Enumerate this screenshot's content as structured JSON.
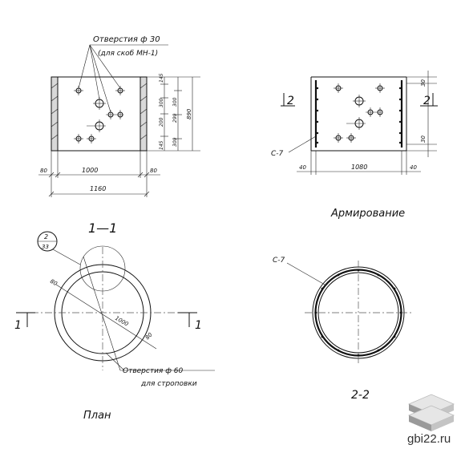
{
  "labels": {
    "holes_d30": "Отверстия ф 30",
    "brackets": "(для скоб МН-1)",
    "section_1_1": "1—1",
    "reinforcement": "Армирование",
    "plan": "План",
    "section_2_2": "2-2",
    "holes_d60": "Отверстия ф 60",
    "for_slinging": "для строповки",
    "c7_a": "С-7",
    "c7_b": "С-7",
    "cut_1_left": "1",
    "cut_1_right": "1",
    "cut_2_left": "2",
    "cut_2_right": "2",
    "callout_top": "2",
    "callout_bottom": "33"
  },
  "dims_1_1": {
    "left": "80",
    "inner": "1000",
    "right": "80",
    "total": "1160",
    "v_145a": "145",
    "v_300a": "300",
    "v_200": "200",
    "v_145b": "145",
    "v_300b": "300",
    "v_290": "290",
    "v_300c": "300",
    "v_890": "890"
  },
  "dims_reinf": {
    "left": "40",
    "inner": "1080",
    "right": "40",
    "top": "30",
    "bottom": "30"
  },
  "dims_plan": {
    "wall_a": "80",
    "diameter": "1000",
    "wall_b": "80"
  },
  "watermark": {
    "text": "gbi22.ru"
  }
}
